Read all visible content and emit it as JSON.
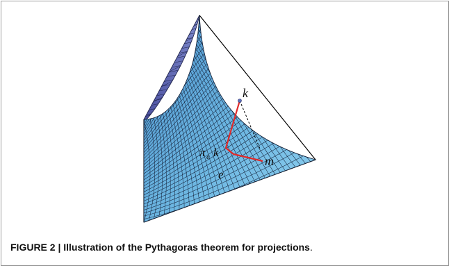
{
  "diagram": {
    "labels": {
      "k": "k",
      "m": "m",
      "e": "e",
      "proj_pi": "π",
      "proj_sub": "e",
      "proj_k": "k"
    },
    "colors": {
      "surface_light": "#7cc0e6",
      "surface_mid": "#4b9fd4",
      "surface_dark_band": "#5a5fb3",
      "mesh_line": "#16243c",
      "triangle_edge": "#000000",
      "projection_line": "#e02a2a",
      "point_k": "#5d6fb8"
    }
  },
  "caption": {
    "prefix": "FIGURE 2 | Illustration of the Pythagoras theorem for projections",
    "suffix": "."
  }
}
